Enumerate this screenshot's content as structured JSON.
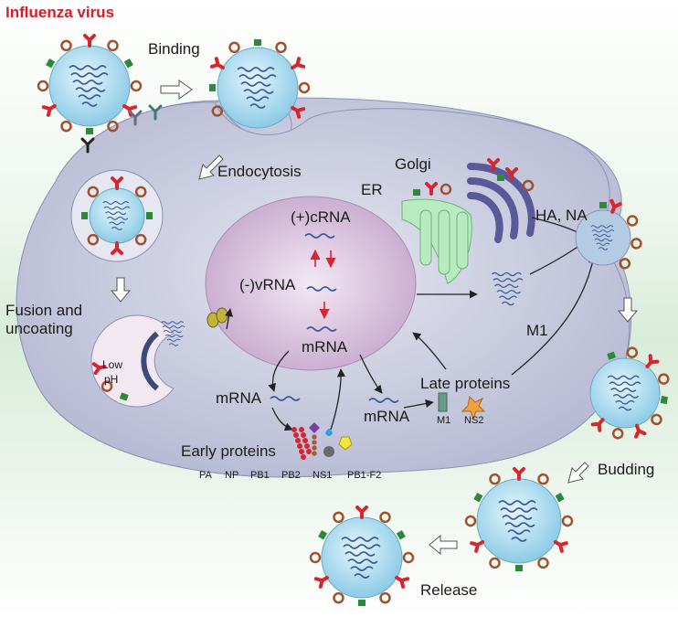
{
  "title": "Influenza virus",
  "labels": {
    "binding": "Binding",
    "endocytosis": "Endocytosis",
    "fusion_line1": "Fusion and",
    "fusion_line2": "uncoating",
    "low": "Low",
    "ph": "pH",
    "er": "ER",
    "golgi": "Golgi",
    "ha_na": "HA, NA",
    "m1": "M1",
    "late_proteins": "Late proteins",
    "mrna_late": "mRNA",
    "m1_small": "M1",
    "ns2": "NS2",
    "budding": "Budding",
    "release": "Release",
    "mrna_early": "mRNA",
    "early_proteins": "Early proteins"
  },
  "nucleus": {
    "crna": "(+)cRNA",
    "vrna": "(-)vRNA",
    "mrna": "mRNA"
  },
  "early_protein_names": [
    "PA",
    "NP",
    "PB1",
    "PB2",
    "NS1",
    "PB1-F2"
  ],
  "colors": {
    "title": "#d0202a",
    "cell": "#c9cce0",
    "nucleus": "#dcc7e0",
    "virion_core": "#bde3f3",
    "rna": "#3c5a9a",
    "ha_spike": "#d7262e",
    "na_spike": "#2a8a3a",
    "m2_ring": "#a0522d",
    "er": "#b8ebc0",
    "golgi": "#5a5a9a"
  }
}
